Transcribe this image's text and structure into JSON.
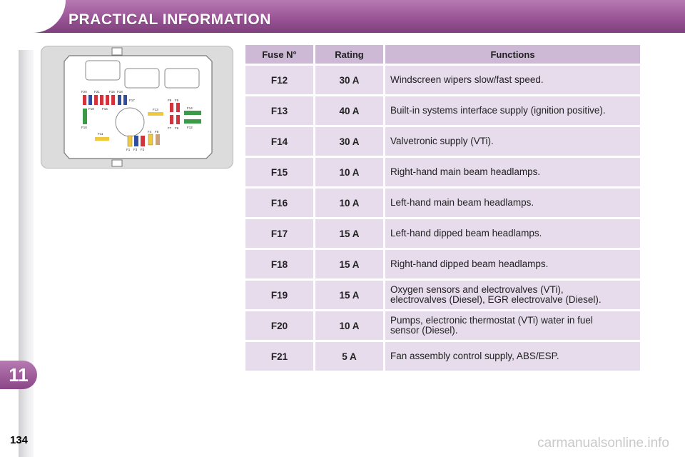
{
  "header": {
    "title": "PRACTICAL INFORMATION"
  },
  "chapter": {
    "number": "11"
  },
  "page": {
    "number": "134"
  },
  "diagram": {
    "labels": {
      "f20": "F20",
      "f21": "F21",
      "f16": "F16",
      "f18": "F18",
      "f17": "F17",
      "f19": "F19",
      "f15a": "F15",
      "f10": "F10",
      "f11": "F11",
      "f13": "F13",
      "f9": "F9",
      "f5": "F5",
      "f14": "F14",
      "f7": "F7",
      "f6": "F6",
      "f12": "F12",
      "f4": "F4",
      "f8": "F8",
      "f1": "F1",
      "f3": "F3",
      "f2": "F2"
    }
  },
  "table": {
    "headers": {
      "fuse": "Fuse N°",
      "rating": "Rating",
      "functions": "Functions"
    },
    "rows": [
      {
        "fuse": "F12",
        "rating": "30 A",
        "function": "Windscreen wipers slow/fast speed."
      },
      {
        "fuse": "F13",
        "rating": "40 A",
        "function": "Built-in systems interface supply (ignition positive)."
      },
      {
        "fuse": "F14",
        "rating": "30 A",
        "function": "Valvetronic supply (VTi)."
      },
      {
        "fuse": "F15",
        "rating": "10 A",
        "function": "Right-hand main beam headlamps."
      },
      {
        "fuse": "F16",
        "rating": "10 A",
        "function": "Left-hand main beam headlamps."
      },
      {
        "fuse": "F17",
        "rating": "15 A",
        "function": "Left-hand dipped beam headlamps."
      },
      {
        "fuse": "F18",
        "rating": "15 A",
        "function": "Right-hand dipped beam headlamps."
      },
      {
        "fuse": "F19",
        "rating": "15 A",
        "function_line1": "Oxygen sensors and electrovalves (VTi),",
        "function_line2": "electrovalves (Diesel), EGR electrovalve (Diesel)."
      },
      {
        "fuse": "F20",
        "rating": "10 A",
        "function_line1": "Pumps, electronic thermostat (VTi) water in fuel",
        "function_line2": "sensor (Diesel)."
      },
      {
        "fuse": "F21",
        "rating": "5 A",
        "function": "Fan assembly control supply, ABS/ESP."
      }
    ]
  },
  "watermark": {
    "text": "carmanualsonline.info"
  },
  "colors": {
    "header": "#9a5596",
    "table_header": "#cdb9d6",
    "table_cell": "#e6dcec",
    "fuse_red": "#d2343e",
    "fuse_blue": "#2f4f9e",
    "fuse_green": "#3a9a48",
    "fuse_yellow": "#f0c93a",
    "fuse_tan": "#c9a27a"
  }
}
